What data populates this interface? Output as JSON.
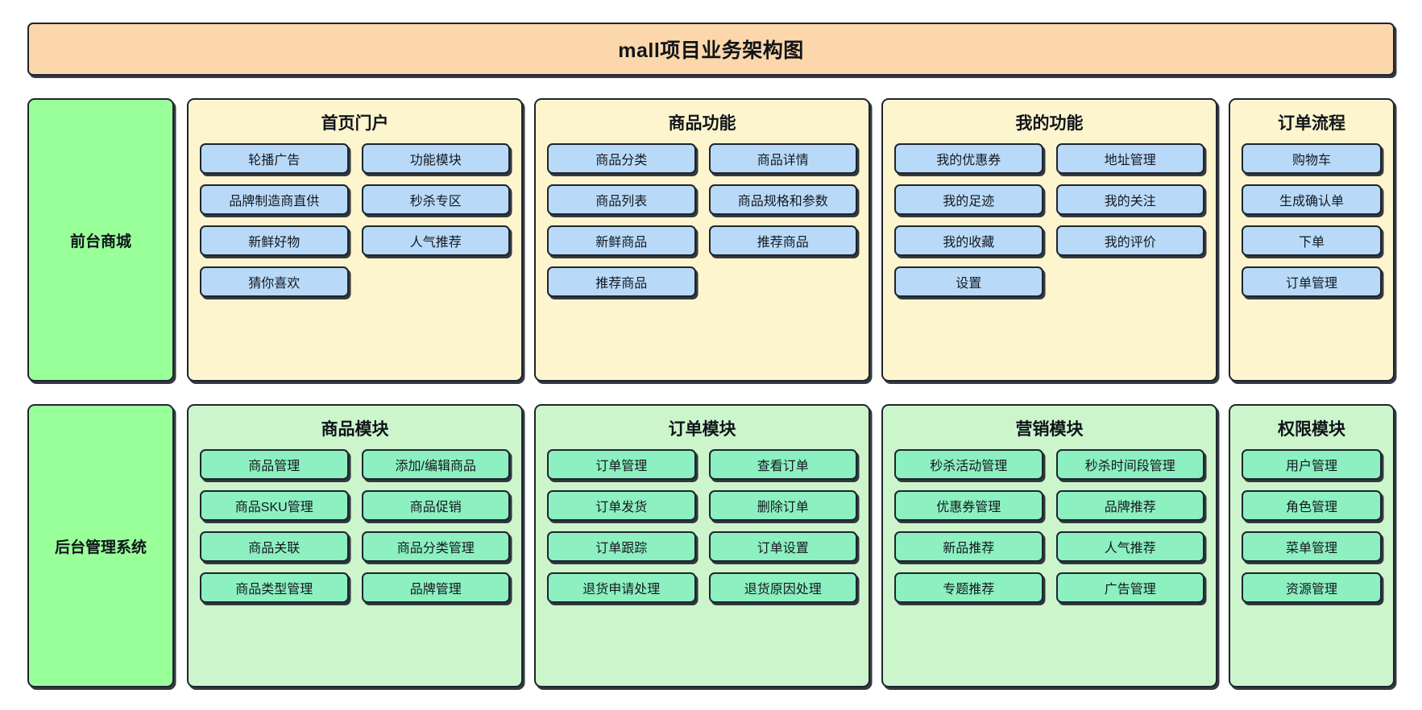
{
  "diagram": {
    "title": "mall项目业务架构图",
    "colors": {
      "title_banner_bg": "#fbd7ab",
      "side_label_bg": "#99ff99",
      "front_panel_bg": "#fdf5cd",
      "front_item_bg": "#b8daf8",
      "back_panel_bg": "#ccf5cc",
      "back_item_bg": "#8cf0c0",
      "border": "#1f2430",
      "text": "#10141a"
    }
  },
  "rows": [
    {
      "id": "frontend",
      "side_label": "前台商城",
      "panels": [
        {
          "id": "home-portal",
          "title": "首页门户",
          "columns": 2,
          "items": [
            "轮播广告",
            "功能模块",
            "品牌制造商直供",
            "秒杀专区",
            "新鲜好物",
            "人气推荐",
            "猜你喜欢"
          ]
        },
        {
          "id": "product-features",
          "title": "商品功能",
          "columns": 2,
          "items": [
            "商品分类",
            "商品详情",
            "商品列表",
            "商品规格和参数",
            "新鲜商品",
            "推荐商品",
            "推荐商品"
          ]
        },
        {
          "id": "my-features",
          "title": "我的功能",
          "columns": 2,
          "items": [
            "我的优惠券",
            "地址管理",
            "我的足迹",
            "我的关注",
            "我的收藏",
            "我的评价",
            "设置"
          ]
        },
        {
          "id": "order-flow",
          "title": "订单流程",
          "columns": 1,
          "items": [
            "购物车",
            "生成确认单",
            "下单",
            "订单管理"
          ]
        }
      ]
    },
    {
      "id": "backend",
      "side_label": "后台管理系统",
      "panels": [
        {
          "id": "product-module",
          "title": "商品模块",
          "columns": 2,
          "items": [
            "商品管理",
            "添加/编辑商品",
            "商品SKU管理",
            "商品促销",
            "商品关联",
            "商品分类管理",
            "商品类型管理",
            "品牌管理"
          ]
        },
        {
          "id": "order-module",
          "title": "订单模块",
          "columns": 2,
          "items": [
            "订单管理",
            "查看订单",
            "订单发货",
            "删除订单",
            "订单跟踪",
            "订单设置",
            "退货申请处理",
            "退货原因处理"
          ]
        },
        {
          "id": "marketing-module",
          "title": "营销模块",
          "columns": 2,
          "items": [
            "秒杀活动管理",
            "秒杀时间段管理",
            "优惠券管理",
            "品牌推荐",
            "新品推荐",
            "人气推荐",
            "专题推荐",
            "广告管理"
          ]
        },
        {
          "id": "permission-module",
          "title": "权限模块",
          "columns": 1,
          "items": [
            "用户管理",
            "角色管理",
            "菜单管理",
            "资源管理"
          ]
        }
      ]
    }
  ]
}
